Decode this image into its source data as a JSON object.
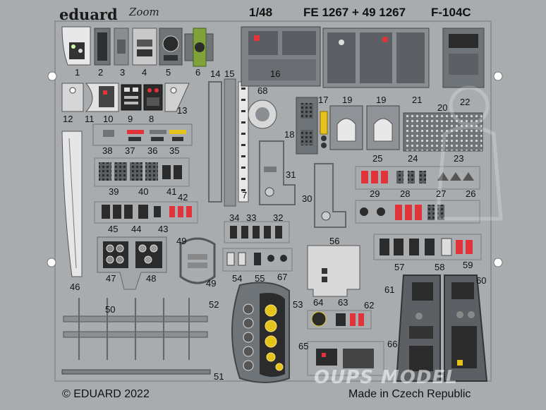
{
  "header": {
    "brand": "eduard",
    "series": "Zoom",
    "scale": "1/48",
    "codes": "FE 1267 + 49 1267",
    "aircraft": "F-104C"
  },
  "footer": {
    "copyright": "© EDUARD 2022",
    "origin": "Made in Czech Republic"
  },
  "watermark": "OUPS MODEL",
  "colors": {
    "fret": "#a9acae",
    "panel": "#6f7478",
    "instrument": "#2b2b2b",
    "red_placard": "#e0343a",
    "yellow": "#e6c21c",
    "green": "#7fa33a"
  },
  "parts": [
    {
      "label": "1"
    },
    {
      "label": "2"
    },
    {
      "label": "3"
    },
    {
      "label": "4"
    },
    {
      "label": "5"
    },
    {
      "label": "6"
    },
    {
      "label": "7"
    },
    {
      "label": "8"
    },
    {
      "label": "9"
    },
    {
      "label": "10"
    },
    {
      "label": "11"
    },
    {
      "label": "12"
    },
    {
      "label": "13"
    },
    {
      "label": "14"
    },
    {
      "label": "15"
    },
    {
      "label": "16"
    },
    {
      "label": "17"
    },
    {
      "label": "18"
    },
    {
      "label": "19"
    },
    {
      "label": "19"
    },
    {
      "label": "20"
    },
    {
      "label": "21"
    },
    {
      "label": "22"
    },
    {
      "label": "23"
    },
    {
      "label": "24"
    },
    {
      "label": "25"
    },
    {
      "label": "26"
    },
    {
      "label": "27"
    },
    {
      "label": "28"
    },
    {
      "label": "29"
    },
    {
      "label": "30"
    },
    {
      "label": "31"
    },
    {
      "label": "32"
    },
    {
      "label": "33"
    },
    {
      "label": "34"
    },
    {
      "label": "35"
    },
    {
      "label": "36"
    },
    {
      "label": "37"
    },
    {
      "label": "38"
    },
    {
      "label": "39"
    },
    {
      "label": "40"
    },
    {
      "label": "41"
    },
    {
      "label": "42"
    },
    {
      "label": "43"
    },
    {
      "label": "44"
    },
    {
      "label": "45"
    },
    {
      "label": "46"
    },
    {
      "label": "47"
    },
    {
      "label": "48"
    },
    {
      "label": "49"
    },
    {
      "label": "49"
    },
    {
      "label": "50"
    },
    {
      "label": "51"
    },
    {
      "label": "52"
    },
    {
      "label": "53"
    },
    {
      "label": "54"
    },
    {
      "label": "55"
    },
    {
      "label": "56"
    },
    {
      "label": "57"
    },
    {
      "label": "58"
    },
    {
      "label": "59"
    },
    {
      "label": "60"
    },
    {
      "label": "61"
    },
    {
      "label": "62"
    },
    {
      "label": "63"
    },
    {
      "label": "64"
    },
    {
      "label": "65"
    },
    {
      "label": "66"
    },
    {
      "label": "67"
    },
    {
      "label": "68"
    }
  ]
}
